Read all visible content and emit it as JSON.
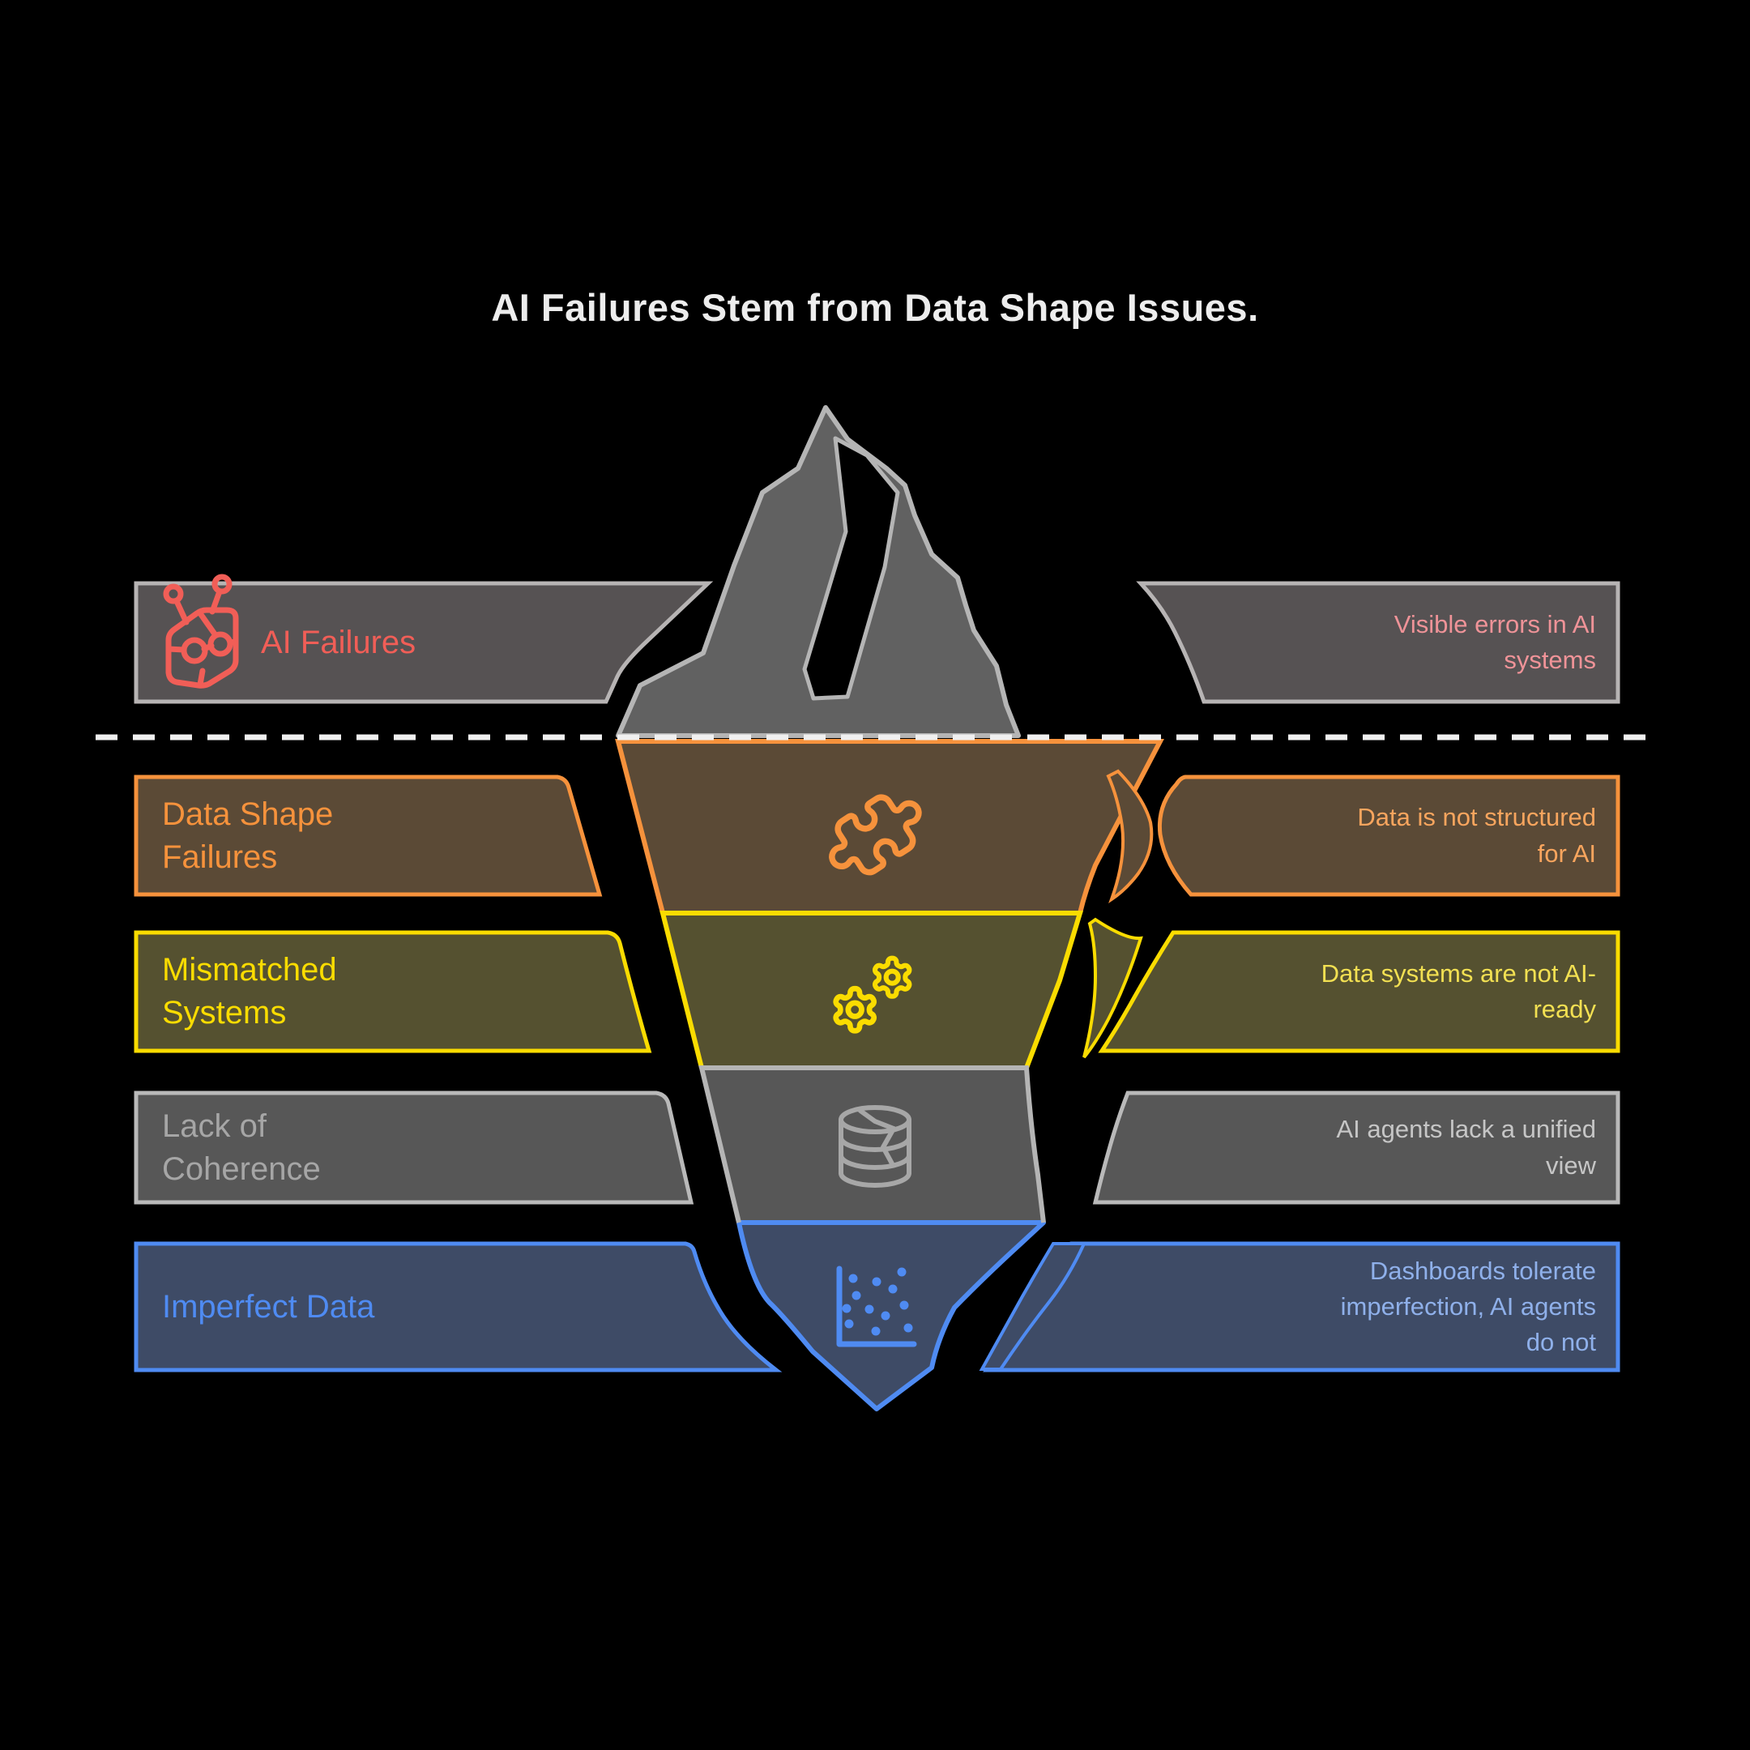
{
  "title": "AI Failures Stem from Data Shape Issues.",
  "diagram_type": "iceberg",
  "waterline": {
    "style": "dashed",
    "color": "#f0f0f0"
  },
  "layers": [
    {
      "label": "AI Failures",
      "description": "Visible errors in AI\nsystems",
      "position": "above-water",
      "icon": "robot-icon",
      "accent_color": "#f15e57",
      "description_color": "#ef9398",
      "fill_color": "#565253",
      "border_color": "#b7b4b4"
    },
    {
      "label": "Data Shape\nFailures",
      "description": "Data is not structured\nfor AI",
      "position": "below-water",
      "icon": "puzzle-icon",
      "accent_color": "#f6923c",
      "description_color": "#f8a55e",
      "fill_color": "#5b4a36",
      "border_color": "#f6923c"
    },
    {
      "label": "Mismatched\nSystems",
      "description": "Data systems are not AI-\nready",
      "position": "below-water",
      "icon": "gears-icon",
      "accent_color": "#fadc00",
      "description_color": "#f2e052",
      "fill_color": "#555130",
      "border_color": "#fadc00"
    },
    {
      "label": "Lack of\nCoherence",
      "description": "AI agents lack a unified\nview",
      "position": "below-water",
      "icon": "database-icon",
      "accent_color": "#a6a6a6",
      "description_color": "#c6c6c6",
      "fill_color": "#575757",
      "border_color": "#b9b9b9"
    },
    {
      "label": "Imperfect Data",
      "description": "Dashboards tolerate\nimperfection, AI agents\ndo not",
      "position": "below-water",
      "icon": "scatter-plot-icon",
      "accent_color": "#4f8bf2",
      "description_color": "#8fb0ea",
      "fill_color": "#3e4b66",
      "border_color": "#4f8bf2"
    }
  ]
}
